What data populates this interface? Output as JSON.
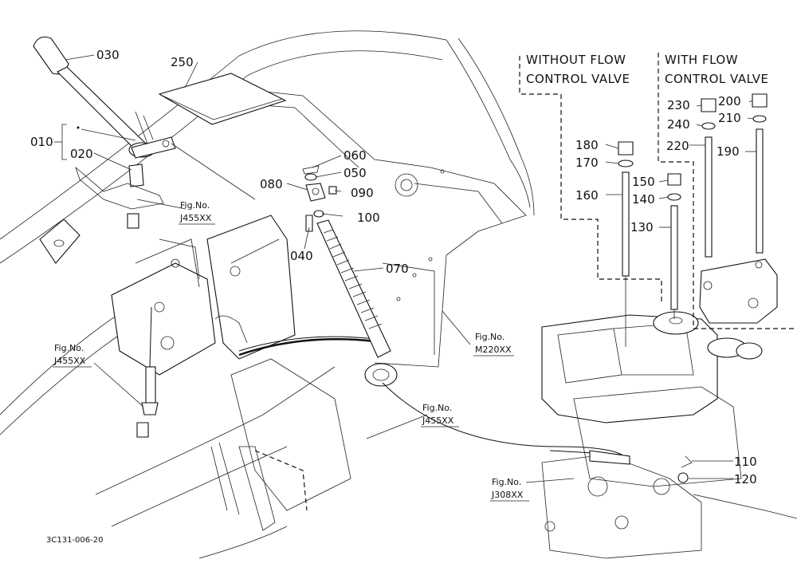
{
  "diagram_code": "3C131-006-20",
  "headers": {
    "without": [
      "WITHOUT FLOW",
      "CONTROL VALVE"
    ],
    "with": [
      "WITH FLOW",
      "CONTROL VALVE"
    ]
  },
  "parts": [
    "010",
    "020",
    "030",
    "040",
    "050",
    "060",
    "070",
    "080",
    "090",
    "100",
    "110",
    "120",
    "130",
    "140",
    "150",
    "160",
    "170",
    "180",
    "190",
    "200",
    "210",
    "220",
    "230",
    "240",
    "250"
  ],
  "fig_refs": {
    "top_left": [
      "Fig.No.",
      "J455XX"
    ],
    "left": [
      "Fig.No.",
      "J455XX"
    ],
    "middle": [
      "Fig.No.",
      "J455XX"
    ],
    "right_mid": [
      "Fig.No.",
      "M220XX"
    ],
    "bottom_right": [
      "Fig.No.",
      "J308XX"
    ]
  }
}
